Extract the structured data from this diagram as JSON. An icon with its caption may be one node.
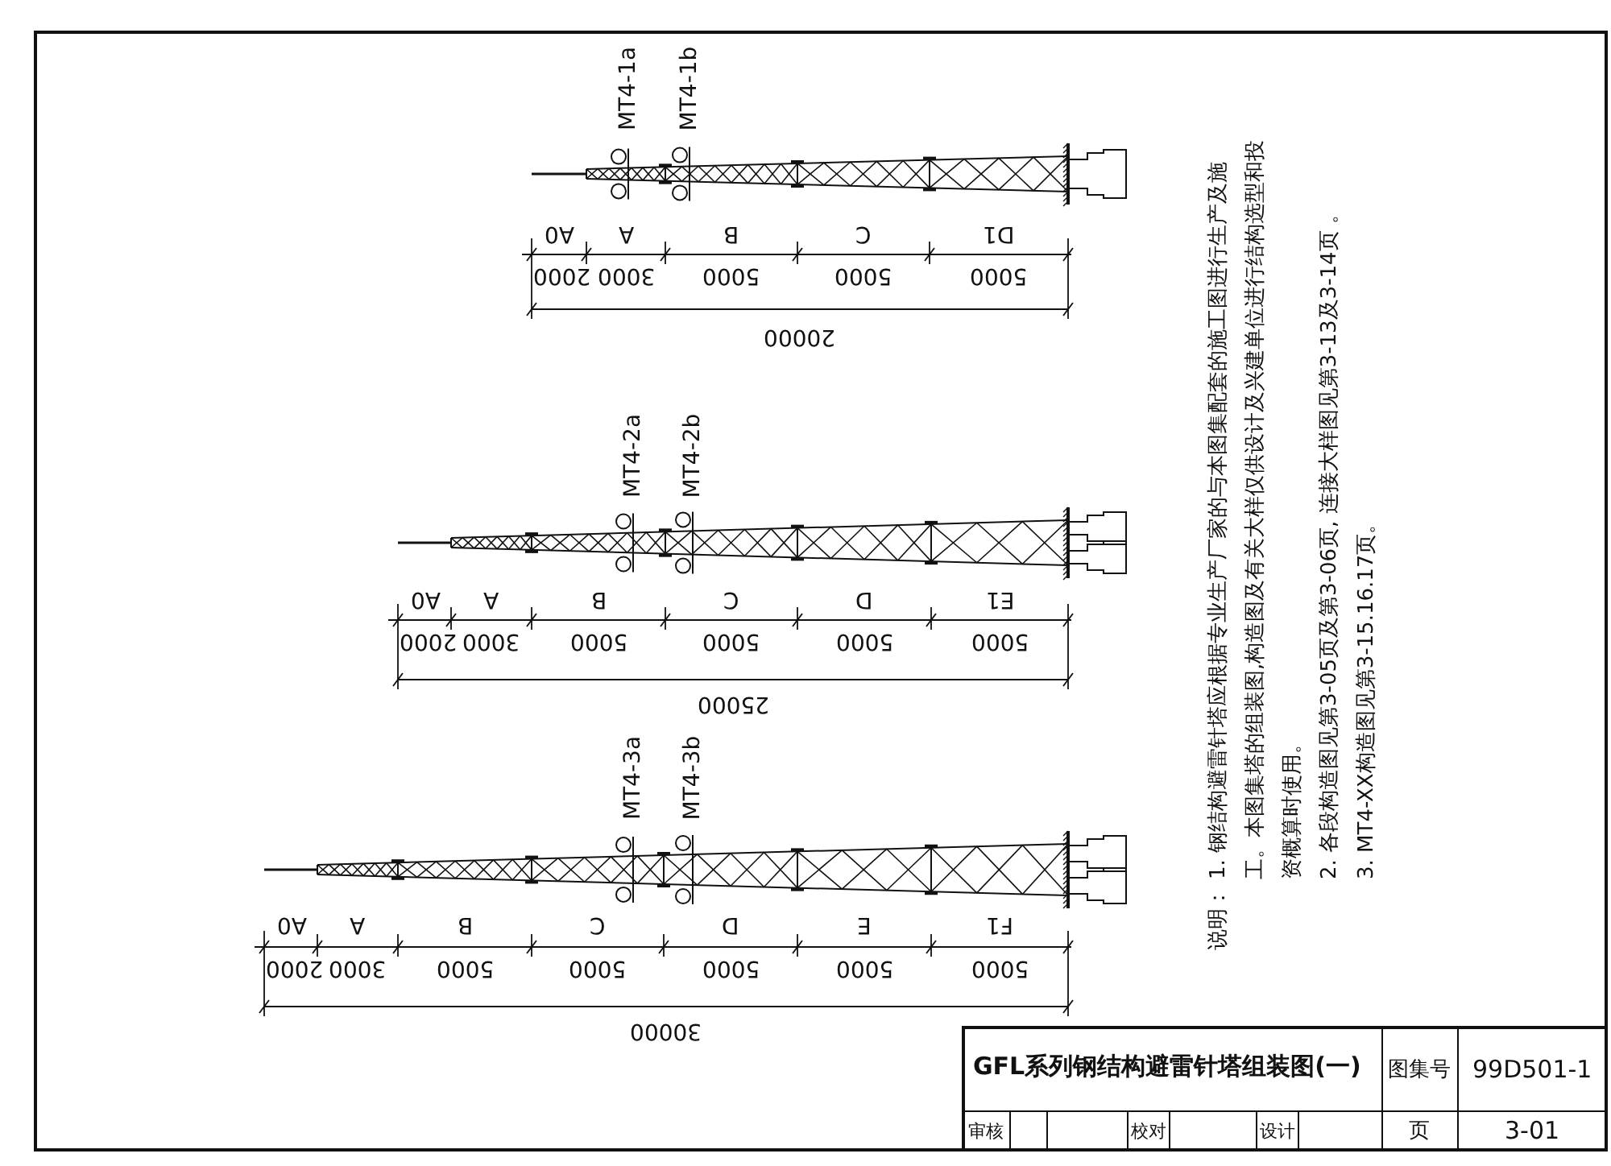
{
  "diagram": {
    "title": "GFL系列钢结构避雷针塔组装图(一)",
    "labels": [
      "MT4-1a",
      "MT4-1b",
      "A0",
      "A",
      "B",
      "C",
      "D1",
      "2000",
      "3000",
      "5000",
      "5000",
      "5000",
      "20000",
      "MT4-2a",
      "MT4-2b",
      "A0",
      "A",
      "B",
      "C",
      "D",
      "E1",
      "2000",
      "3000",
      "5000",
      "5000",
      "5000",
      "5000",
      "25000",
      "MT4-3a",
      "MT4-3b",
      "A0",
      "A",
      "B",
      "C",
      "D",
      "E",
      "F1",
      "2000",
      "3000",
      "5000",
      "5000",
      "5000",
      "5000",
      "5000",
      "30000",
      "说明：",
      "1. 钢结构避雷针塔应根据专业生产厂家的与本图集配套的施工图进行生产及施工。本图集塔的组装图,构造图及有关大样仅供设计及兴建单位进行结构选型和投资概算时使用。",
      "2. 各段构造图见第3-05页及第3-06页, 连接大样图见第3-13及3-14页 。",
      "3. MT4-XX构造图见第3-15.16.17页。",
      "图集号",
      "99D501-1",
      "审核",
      "校对",
      "设计",
      "页",
      "3-01"
    ]
  }
}
